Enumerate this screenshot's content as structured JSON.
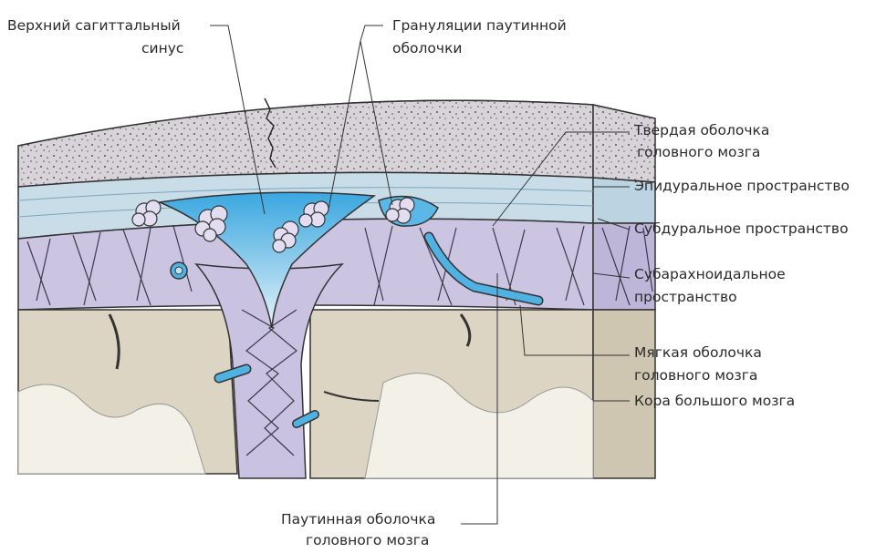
{
  "labels": {
    "superior_sagittal_sinus": [
      "Верхний сагиттальный",
      "синус"
    ],
    "arachnoid_granulations": [
      "Грануляции паутинной",
      "оболочки"
    ],
    "dura_mater": [
      "Твердая оболочка",
      "головного мозга"
    ],
    "epidural_space": [
      "Эпидуральное пространство"
    ],
    "subdural_space": [
      "Субдуральное пространство"
    ],
    "subarachnoid_space": [
      "Субарахноидальное",
      "пространство"
    ],
    "pia_mater": [
      "Мягкая оболочка",
      "головного мозга"
    ],
    "cerebral_cortex": [
      "Кора большого мозга"
    ],
    "arachnoid_mater": [
      "Паутинная оболочка",
      "головного мозга"
    ]
  },
  "colors": {
    "skull": "#d9d5db",
    "dura": "#c9dde8",
    "csf_blue": "#5bb8e6",
    "arachnoid_purple": "#c9c3e1",
    "cortex": "#ddd5c3",
    "white_matter": "#f3f0e8",
    "line": "#333333"
  }
}
